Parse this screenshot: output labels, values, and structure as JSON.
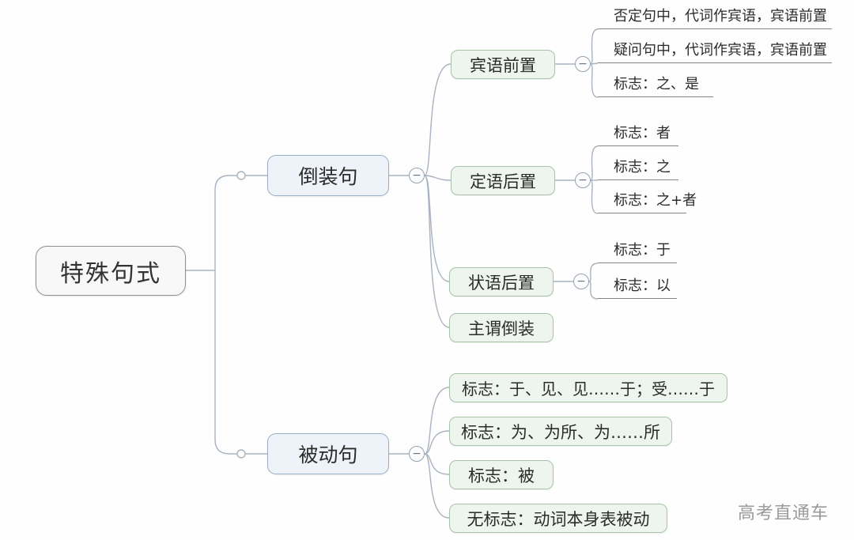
{
  "root": {
    "label": "特殊句式"
  },
  "branches": [
    {
      "label": "倒装句",
      "children": [
        {
          "label": "宾语前置",
          "leaves": [
            "否定句中，代词作宾语，宾语前置",
            "疑问句中，代词作宾语，宾语前置",
            "标志：之、是"
          ]
        },
        {
          "label": "定语后置",
          "leaves": [
            "标志：者",
            "标志：之",
            "标志：之+者"
          ]
        },
        {
          "label": "状语后置",
          "leaves": [
            "标志：于",
            "标志：以"
          ]
        },
        {
          "label": "主谓倒装",
          "leaves": []
        }
      ]
    },
    {
      "label": "被动句",
      "children": [
        {
          "label": "标志：于、见、见……于；受……于",
          "leaves": []
        },
        {
          "label": "标志：为、为所、为……所",
          "leaves": []
        },
        {
          "label": "标志：被",
          "leaves": []
        },
        {
          "label": "无标志：动词本身表被动",
          "leaves": []
        }
      ]
    }
  ],
  "collapse_glyph": "−",
  "watermark": "高考直通车",
  "colors": {
    "background": "#fefefe",
    "root_fill": "#f8f8f8",
    "root_border": "#8f8f8f",
    "branch_fill": "#eef2f9",
    "branch_border": "#9daec9",
    "topic_fill": "#eef5ee",
    "topic_border": "#a9c3a9",
    "wire": "#a9b3c0",
    "leaf_underline": "#848484",
    "text": "#2b2b2b",
    "watermark_text": "#9a9a9a"
  }
}
